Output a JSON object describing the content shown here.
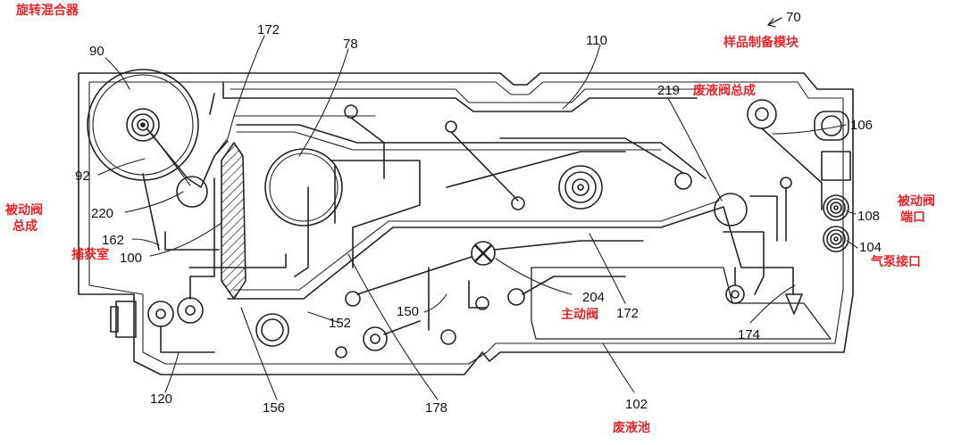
{
  "module": {
    "ref": "70",
    "label": "样品制备模块"
  },
  "components": {
    "rotary_mixer": {
      "ref": "90",
      "label": "旋转混合器"
    },
    "passive_valve_assy": {
      "ref": "",
      "label_line1": "被动阀",
      "label_line2": "总成"
    },
    "capture_chamber": {
      "ref": "100",
      "label": "捕获室"
    },
    "waste_valve_assy": {
      "ref": "219",
      "label": "废液阀总成"
    },
    "passive_valve_port": {
      "ref": "108",
      "label_line1": "被动阀",
      "label_line2": "端口"
    },
    "air_pump_port": {
      "ref": "104",
      "label": "气泵接口"
    },
    "main_valve": {
      "ref": "204",
      "label": "主动阀"
    },
    "waste_pool": {
      "ref": "102",
      "label": "废液池"
    }
  },
  "refs": {
    "r172_top": "172",
    "r78": "78",
    "r110": "110",
    "r106": "106",
    "r92": "92",
    "r220": "220",
    "r162": "162",
    "r152": "152",
    "r150": "150",
    "r120": "120",
    "r156": "156",
    "r178": "178",
    "r172_bottom": "172",
    "r174": "174"
  }
}
